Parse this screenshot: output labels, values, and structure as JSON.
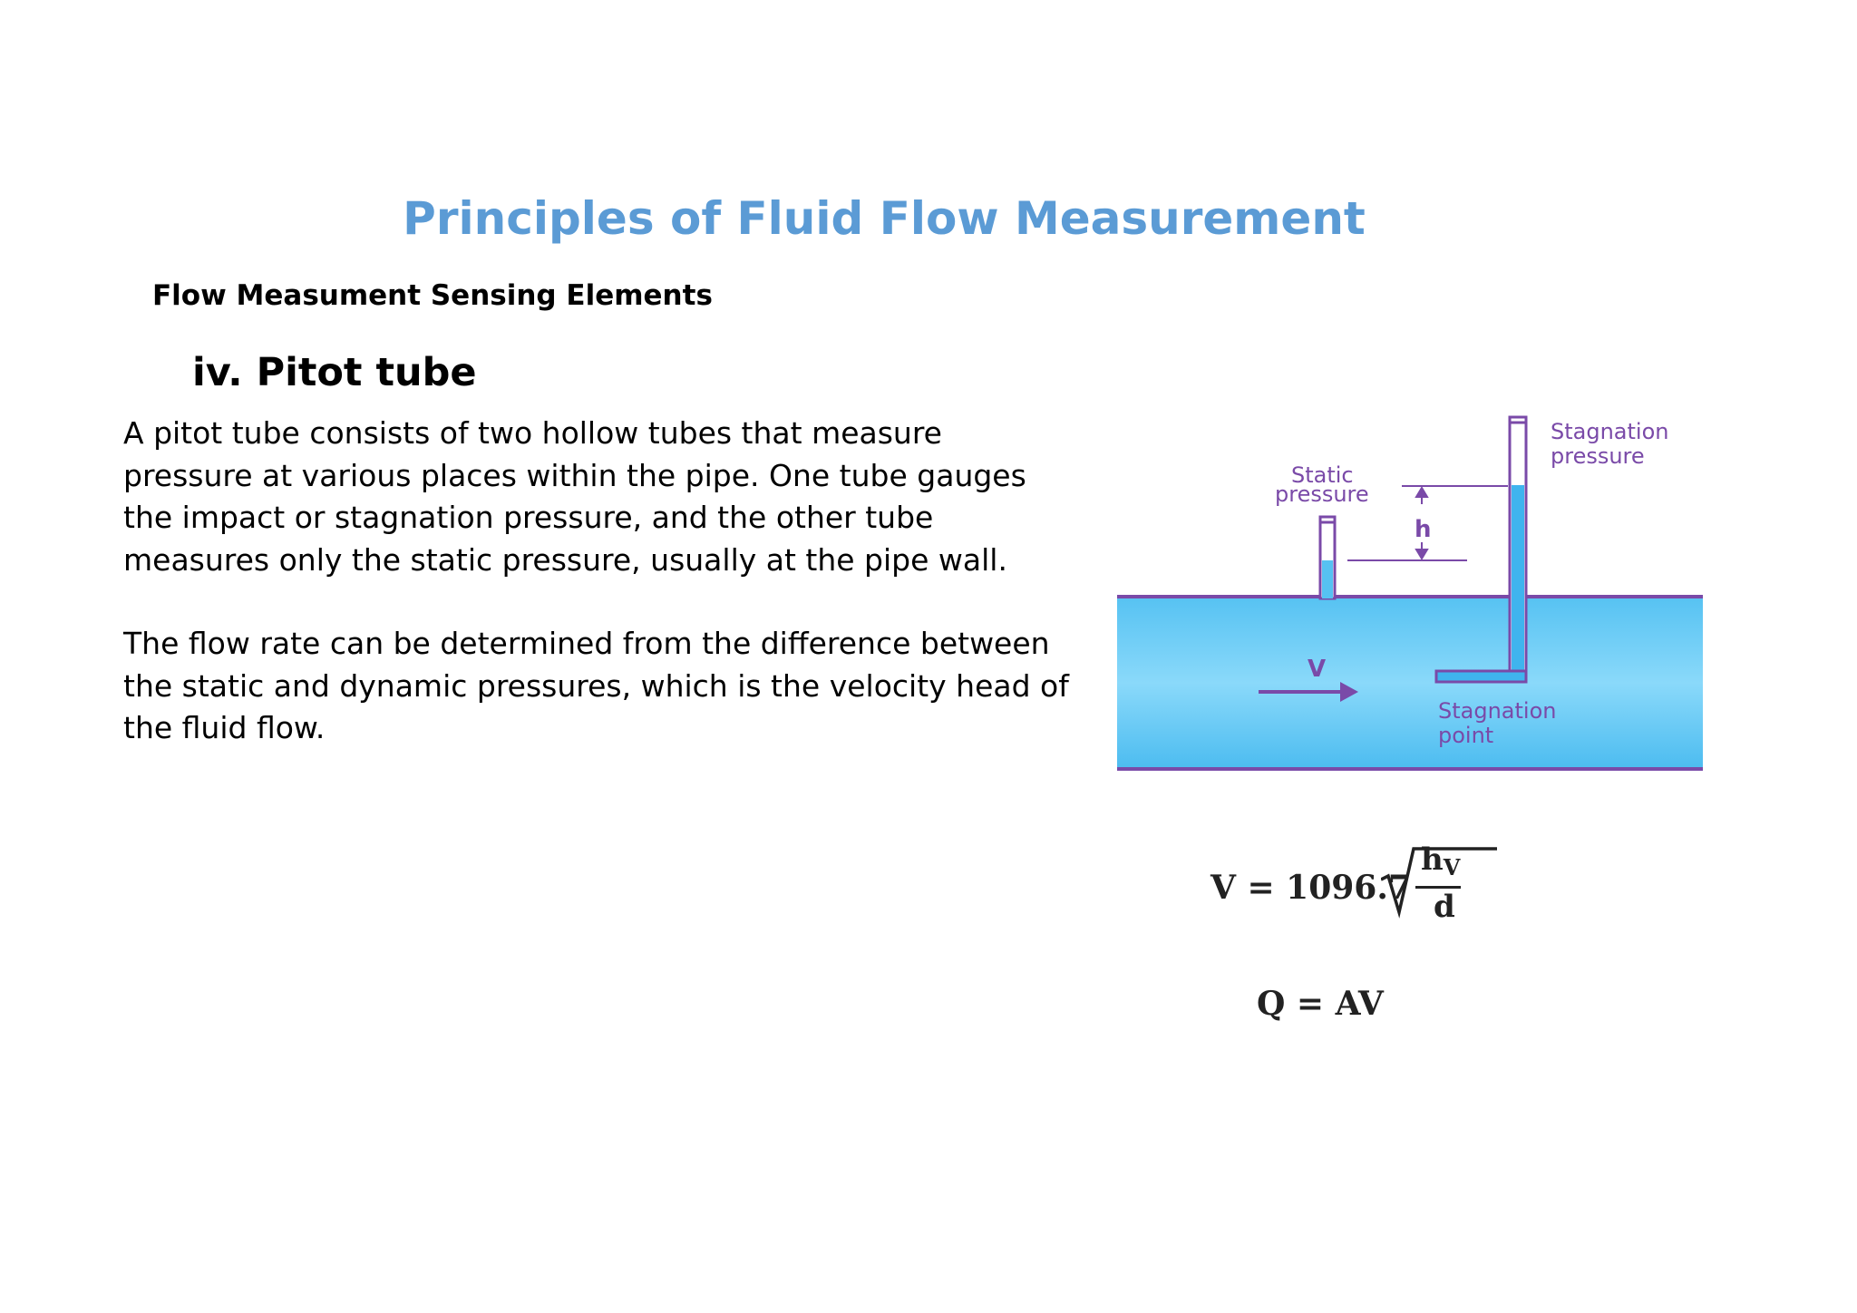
{
  "page": {
    "title": "Principles of Fluid Flow Measurement",
    "subtitle": "Flow Measument Sensing Elements",
    "heading": "iv. Pitot tube",
    "paragraphs": [
      "A pitot tube consists of two hollow tubes that measure pressure at various places within the pipe. One tube gauges the impact or stagnation pressure, and the other tube measures only the static pressure, usually at the pipe wall.",
      "The flow rate can be determined from the difference between the static and dynamic pressures, which is the velocity head of the fluid flow."
    ]
  },
  "diagram": {
    "static_label_1": "Static",
    "static_label_2": "pressure",
    "stagnation_pressure_1": "Stagnation",
    "stagnation_pressure_2": "pressure",
    "stagnation_point_1": "Stagnation",
    "stagnation_point_2": "point",
    "h_label": "h",
    "v_label": "V",
    "colors": {
      "water": "#5cc8f5",
      "outline": "#7a4aa8",
      "fluid_column": "#3fb4ee"
    }
  },
  "formulas": {
    "velocity_lhs": "V = 1096.7",
    "velocity_num": "h",
    "velocity_num_sub": "V",
    "velocity_den": "d",
    "flow": "Q = AV"
  }
}
